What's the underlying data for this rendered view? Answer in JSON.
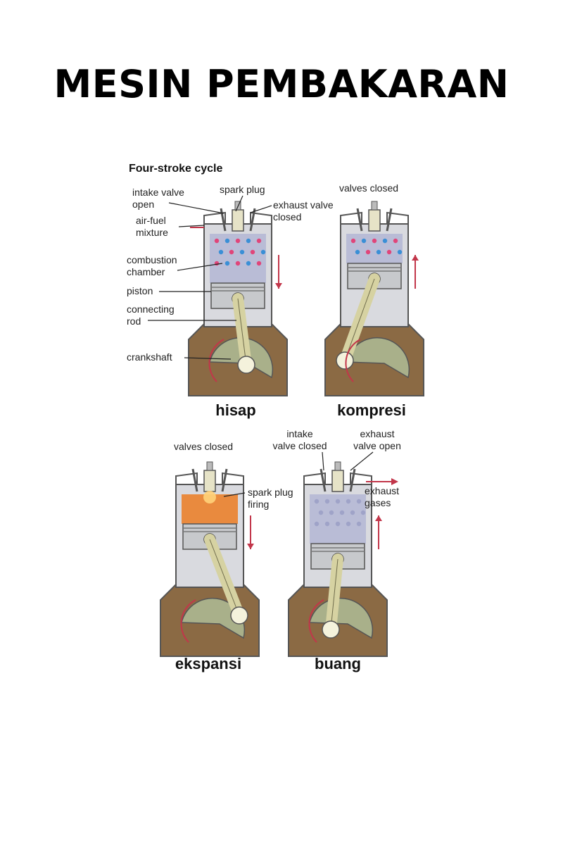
{
  "title": "MESIN PEMBAKARAN",
  "diagram_heading": "Four-stroke cycle",
  "colors": {
    "block": "#8b6a44",
    "block_edge": "#555555",
    "cylinder": "#b9bcd6",
    "chamber_burn": "#e98a3e",
    "piston": "#c7c9cc",
    "rod": "#d6d2a2",
    "crank": "#a9b08a",
    "arrow": "#c2364a",
    "dot_red": "#e0457a",
    "dot_blue": "#3a8fd6"
  },
  "strokes": [
    {
      "caption": "hisap",
      "direction": "down",
      "labels": [
        {
          "lines": [
            "intake valve",
            "open"
          ]
        },
        {
          "lines": [
            "spark plug"
          ]
        },
        {
          "lines": [
            "exhaust valve",
            "closed"
          ]
        },
        {
          "lines": [
            "air-fuel",
            "mixture"
          ]
        },
        {
          "lines": [
            "combustion",
            "chamber"
          ]
        },
        {
          "lines": [
            "piston"
          ]
        },
        {
          "lines": [
            "connecting",
            "rod"
          ]
        },
        {
          "lines": [
            "crankshaft"
          ]
        }
      ]
    },
    {
      "caption": "kompresi",
      "direction": "up",
      "labels": [
        {
          "lines": [
            "valves closed"
          ]
        }
      ]
    },
    {
      "caption": "ekspansi",
      "direction": "down",
      "labels": [
        {
          "lines": [
            "valves closed"
          ]
        },
        {
          "lines": [
            "spark plug",
            "firing"
          ]
        }
      ]
    },
    {
      "caption": "buang",
      "direction": "up",
      "labels": [
        {
          "lines": [
            "intake",
            "valve closed"
          ]
        },
        {
          "lines": [
            "exhaust",
            "valve open"
          ]
        },
        {
          "lines": [
            "exhaust",
            "gases"
          ]
        }
      ]
    }
  ]
}
